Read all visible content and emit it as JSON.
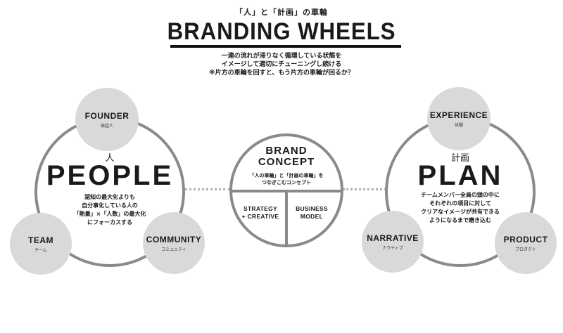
{
  "header": {
    "subtitle": "「人」と「計画」の車輪",
    "title": "BRANDING WHEELS",
    "description": [
      "一連の流れが滞りなく循環している状態を",
      "イメージして適切にチューニングし続ける",
      "※片方の車輪を回すと、もう片方の車輪が回るか？"
    ]
  },
  "people_wheel": {
    "kanji": "人",
    "title": "PEOPLE",
    "body": [
      "認知の最大化よりも",
      "自分事化している人の",
      "「熱量」×「人数」の最大化",
      "にフォーカスする"
    ],
    "nodes": {
      "top": {
        "name": "FOUNDER",
        "jp": "発起人"
      },
      "left": {
        "name": "TEAM",
        "jp": "チーム"
      },
      "right": {
        "name": "COMMUNITY",
        "jp": "コミュニティ"
      }
    }
  },
  "brand_concept": {
    "title_line1": "BRAND",
    "title_line2": "CONCEPT",
    "sub_line1": "「人の車輪」と「計画の車輪」を",
    "sub_line2": "つなぎこむコンセプト",
    "left_line1": "STRATEGY",
    "left_line2": "+ CREATIVE",
    "right_line1": "BUSINESS",
    "right_line2": "MODEL"
  },
  "plan_wheel": {
    "kanji": "計画",
    "title": "PLAN",
    "body": [
      "チームメンバー全員の頭の中に",
      "それぞれの項目に対して",
      "クリアなイメージが共有できる",
      "ようになるまで磨き込む"
    ],
    "nodes": {
      "top": {
        "name": "EXPERIENCE",
        "jp": "体験"
      },
      "left": {
        "name": "NARRATIVE",
        "jp": "ナラティブ"
      },
      "right": {
        "name": "PRODUCT",
        "jp": "プロダクト"
      }
    }
  }
}
